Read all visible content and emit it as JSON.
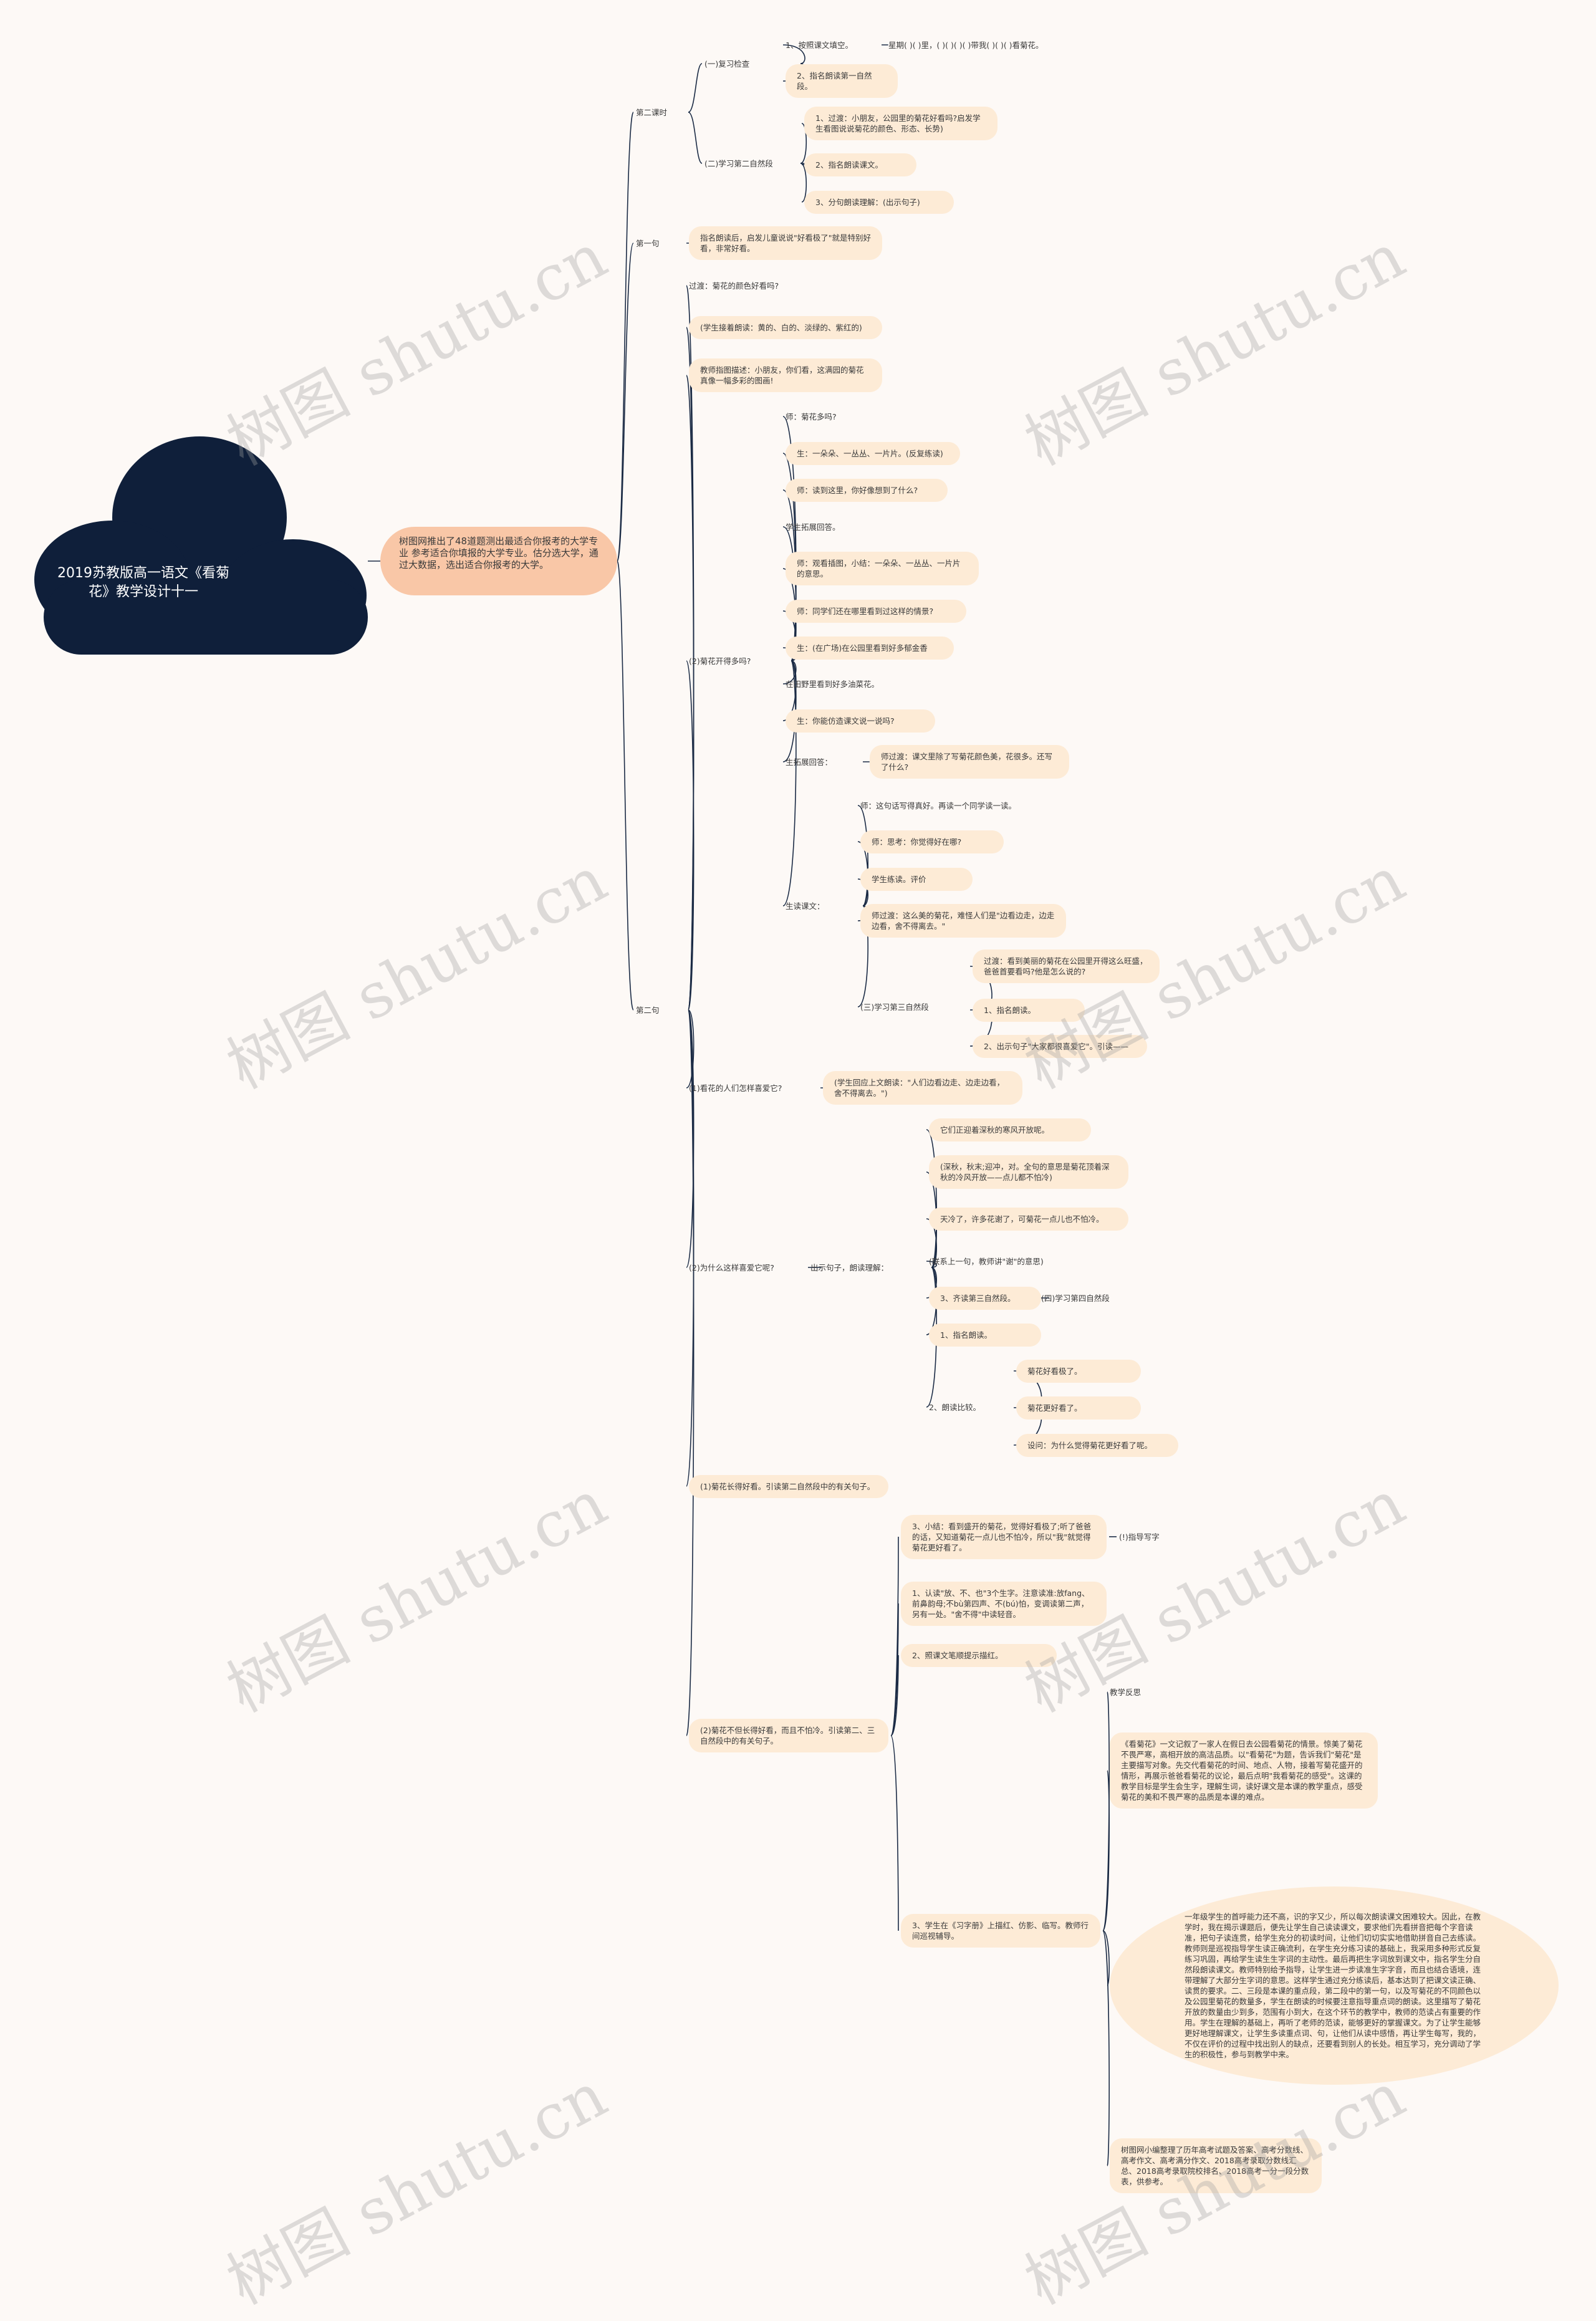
{
  "root": "2019苏教版高一语文《看菊花》教学设计十一",
  "intro": "树图网推出了48道题测出最适合你报考的大学专业 参考适合你填报的大学专业。估分选大学，通过大数据，选出适合你报考的大学。",
  "watermark": "树图 shutu.cn",
  "nodes": {
    "b1": "第二课时",
    "b1a": "(一)复习检查",
    "b1a1": "1、按照课文填空。",
    "b1a1a": "星期( )( )里，( )( )( )( )带我( )( )( )看菊花。",
    "b1a2": "2、指名朗读第一自然段。",
    "b1b": "(二)学习第二自然段",
    "b1b1": "1、过渡：小朋友，公园里的菊花好看吗?启发学生看图说说菊花的颜色、形态、长势)",
    "b1b2": "2、指名朗读课文。",
    "b1b3": "3、分句朗读理解：(出示句子)",
    "b2": "第一句",
    "b2a": "指名朗读后，启发儿童说说\"好看极了\"就是特别好看，非常好看。",
    "b3": "第二句",
    "c1": "过渡：菊花的颜色好看吗?",
    "c2": "(学生接着朗读：黄的、白的、淡绿的、紫红的)",
    "c3": "教师指图描述：小朋友，你们看，这满园的菊花真像一幅多彩的图画!",
    "c4": "(2)菊花开得多吗?",
    "d1": "师：菊花多吗?",
    "d2": "生：一朵朵、一丛丛、一片片。(反复练读)",
    "d3": "师：读到这里，你好像想到了什么?",
    "d4": "学生拓展回答。",
    "d5": "师：观看插图，小结：一朵朵、一丛丛、一片片的意思。",
    "d6": "师：同学们还在哪里看到过这样的情景?",
    "d7": "生：(在广场)在公园里看到好多郁金香",
    "d8": "在田野里看到好多油菜花。",
    "d9": "生：你能仿造课文说一说吗?",
    "d10": "生拓展回答：",
    "d10a": "师过渡：课文里除了写菊花颜色美，花很多。还写了什么?",
    "d11": "生读课文：",
    "e1": "师：这句话写得真好。再读一个同学读一读。",
    "e2": "师：思考：你觉得好在哪?",
    "e3": "学生练读。评价",
    "e4": "师过渡：这么美的菊花，难怪人们是\"边看边走，边走边看，舍不得离去。\"",
    "e5": "(三)学习第三自然段",
    "f1": "过渡：看到美丽的菊花在公园里开得这么旺盛，爸爸首要看吗?他是怎么说的?",
    "f2": "1、指名朗读。",
    "f3": "2、出示句子\"大家都很喜爱它\"。引读——",
    "g1": "(1)看花的人们怎样喜爱它?",
    "g1a": "(学生回应上文朗读：\"人们边看边走、边走边看，舍不得离去。\")",
    "g2": "(2)为什么这样喜爱它呢?",
    "g2a": "出示句子，朗读理解：",
    "h1": "它们正迎着深秋的寒风开放呢。",
    "h2": "(深秋，秋末;迎冲，对。全句的意思是菊花顶着深秋的冷风开放——点儿都不怕冷)",
    "h3": "天冷了，许多花谢了，可菊花一点儿也不怕冷。",
    "h4": "(联系上一句，教师讲\"谢\"的意思)",
    "h5": "3、齐读第三自然段。",
    "h5a": "(四)学习第四自然段",
    "h6": "1、指名朗读。",
    "h7": "2、朗读比较。",
    "i1": "菊花好看极了。",
    "i2": "菊花更好看了。",
    "i3": "设问：为什么觉得菊花更好看了呢。",
    "g3": "(1)菊花长得好看。引读第二自然段中的有关句子。",
    "g4": "(2)菊花不但长得好看，而且不怕冷。引读第二、三自然段中的有关句子。",
    "j1": "3、小结：看到盛开的菊花，觉得好看极了;听了爸爸的话，又知道菊花一点儿也不怕冷，所以\"我\"就觉得菊花更好看了。",
    "j1a": "(!)指导写字",
    "j2": "1、认读\"放、不、也\"3个生字。注意读准:放fang、前鼻韵母;不bù第四声、不(bú)怕，变调读第二声，另有一处。\"舍不得\"中读轻音。",
    "j3": "2、照课文笔顺提示描红。",
    "j4": "3、学生在《习字册》上描红、仿影、临写。教师行间巡视辅导。",
    "k1": "教学反思",
    "k2": "《看菊花》一文记叙了一家人在假日去公园看菊花的情景。惊美了菊花不畏严寒，高相开放的高洁品质。以\"看菊花\"为题，告诉我们\"菊花\"是主要描写对象。先交代看菊花的时间、地点、人物，接着写菊花盛开的情形，再展示爸爸看菊花的议论，最后点明\"我看菊花的感受\"。这课的教学目标是学生会生字，理解生词，读好课文是本课的教学重点，感受菊花的美和不畏严寒的品质是本课的难点。",
    "k3": "一年级学生的首呼能力还不高，识的字又少，所以每次朗读课文困难较大。因此，在教学时，我在揭示课题后，便先让学生自己读读课文，要求他们先看拼音把每个字音读准，把句子读连贯，给学生充分的初读时间，让他们切切实实地借助拼音自己去练读。教师则是巡视指导学生读正确流利，在学生充分练习读的基础上，我采用多种形式反复练习巩固，再给学生读生生字词的主动性。最后再把生字词放到课文中，指名学生分自然段朗读课文。教师特别给予指导，让学生进一步读准生字字音，而且也结合语境，连带理解了大部分生字词的意思。这样学生通过充分练读后，基本达到了把课文读正确、读贯的要求。二、三段是本课的重点段，第二段中的第一句，以及写菊花的不同颜色以及公园里菊花的数量多，学生在朗读的时候要注意指导重点词的朗读。这里描写了菊花开放的数量由少到多，范围有小到大，在这个环节的教学中，教师的范读占有重要的作用。学生在理解的基础上，再听了老师的范读，能够更好的掌握课文。为了让学生能够更好地理解课文，让学生多读重点词、句，让他们从读中感悟，再让学生每写，我的，不仅在评价的过程中找出别人的缺点，还要看到别人的长处。相互学习，充分调动了学生的积极性，参与到教学中来。",
    "k4": "树图网小编整理了历年高考试题及答案、高考分数线、高考作文、高考满分作文、2018高考录取分数线汇总、2018高考录取院校排名、2018高考一分一段分数表，供参考。"
  }
}
